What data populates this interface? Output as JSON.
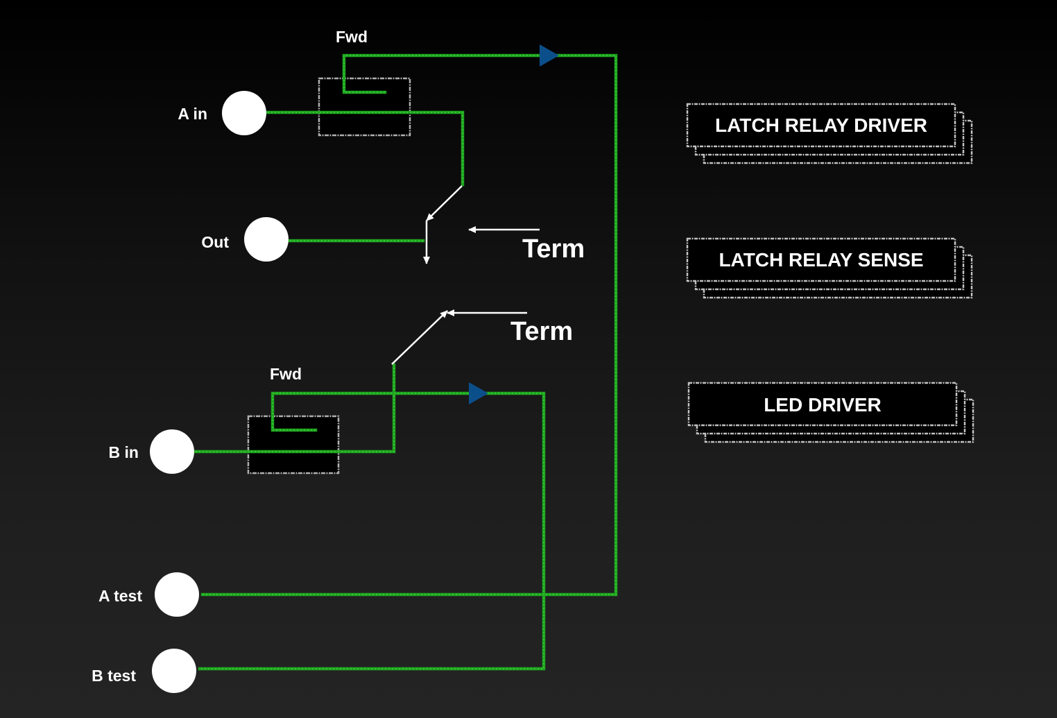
{
  "colors": {
    "wire": "#1fa31f",
    "wire_highlight": "#3cd13c",
    "arrow": "#0b4f8a",
    "port": "#ffffff",
    "switch": "#ffffff",
    "box_border": "#c2c2c2"
  },
  "ports": {
    "a_in": "A in",
    "out": "Out",
    "b_in": "B in",
    "a_test": "A test",
    "b_test": "B test"
  },
  "relays": {
    "top_fwd": "Fwd",
    "bottom_fwd": "Fwd"
  },
  "switch_labels": {
    "term_top": "Term",
    "term_bottom": "Term"
  },
  "modules": {
    "latch_relay_driver": "LATCH RELAY DRIVER",
    "latch_relay_sense": "LATCH RELAY SENSE",
    "led_driver": "LED DRIVER"
  }
}
